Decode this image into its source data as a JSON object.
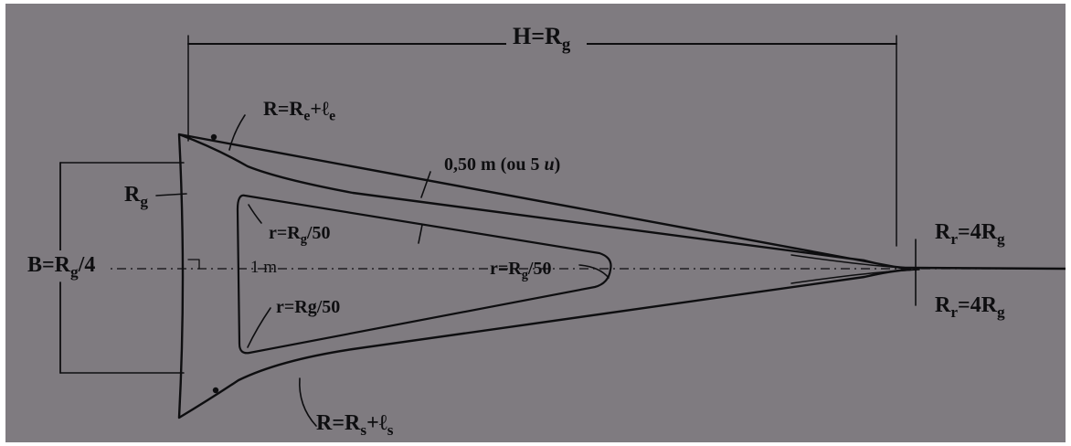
{
  "labels": {
    "H": {
      "main": "H=R",
      "sub": "g"
    },
    "Re": {
      "main": "R=R",
      "sub": "e",
      "tail": "+ℓ",
      "tail_sub": "e"
    },
    "width": {
      "main": "0,50 m (ou 5 ",
      "italic": "u",
      "close": ")"
    },
    "Rg": {
      "main": "R",
      "sub": "g"
    },
    "B": {
      "main": "B=R",
      "sub": "g",
      "tail": "/4"
    },
    "one_m": {
      "main": "1 m"
    },
    "r_top": {
      "main": "r=R",
      "sub": "g",
      "tail": "/50"
    },
    "r_tip": {
      "main": "r=R",
      "sub": "g",
      "tail": "/50"
    },
    "r_bottom": {
      "main": "r=Rg/50"
    },
    "Rr_top": {
      "main": "R",
      "sub": "r",
      "tail": "=4R",
      "tail_sub": "g"
    },
    "Rr_bottom": {
      "main": "R",
      "sub": "r",
      "tail": "=4R",
      "tail_sub": "g"
    },
    "Rs": {
      "main": "R=R",
      "sub": "s",
      "tail": "+ℓ",
      "tail_sub": "s"
    }
  },
  "colors": {
    "background": "#7f7b80",
    "ink": "#0e0e10"
  }
}
